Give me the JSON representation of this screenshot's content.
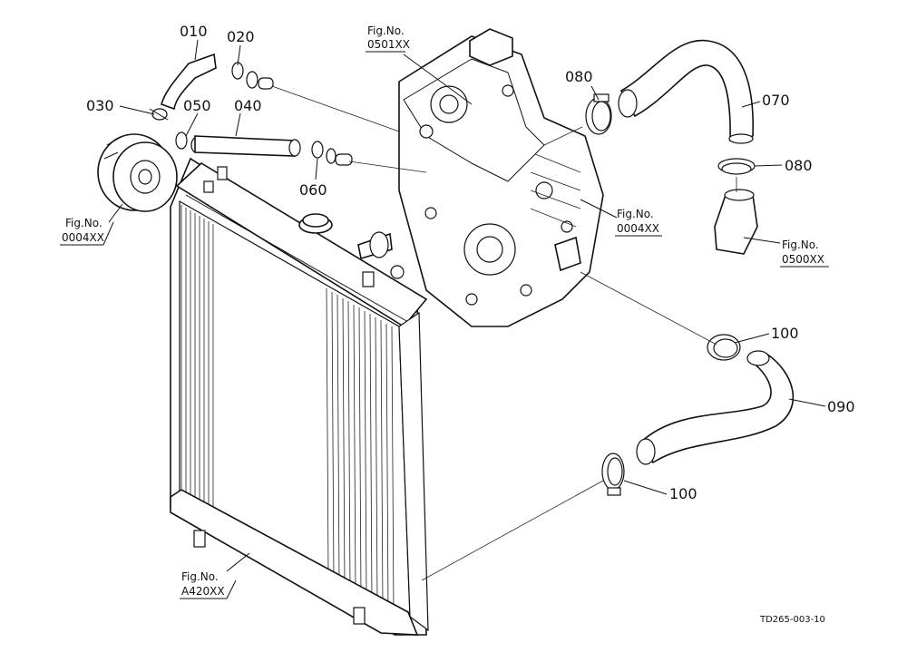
{
  "callouts": [
    "010",
    "020",
    "030",
    "040",
    "050",
    "060",
    "070",
    "080",
    "080",
    "090",
    "100",
    "100"
  ],
  "figure_refs": [
    {
      "line1": "Fig.No.",
      "line2": "0501XX"
    },
    {
      "line1": "Fig.No.",
      "line2": "0004XX"
    },
    {
      "line1": "Fig.No.",
      "line2": "0004XX"
    },
    {
      "line1": "Fig.No.",
      "line2": "0500XX"
    },
    {
      "line1": "Fig.No.",
      "line2": "A420XX"
    }
  ],
  "drawing_number": "TD265-003-10"
}
